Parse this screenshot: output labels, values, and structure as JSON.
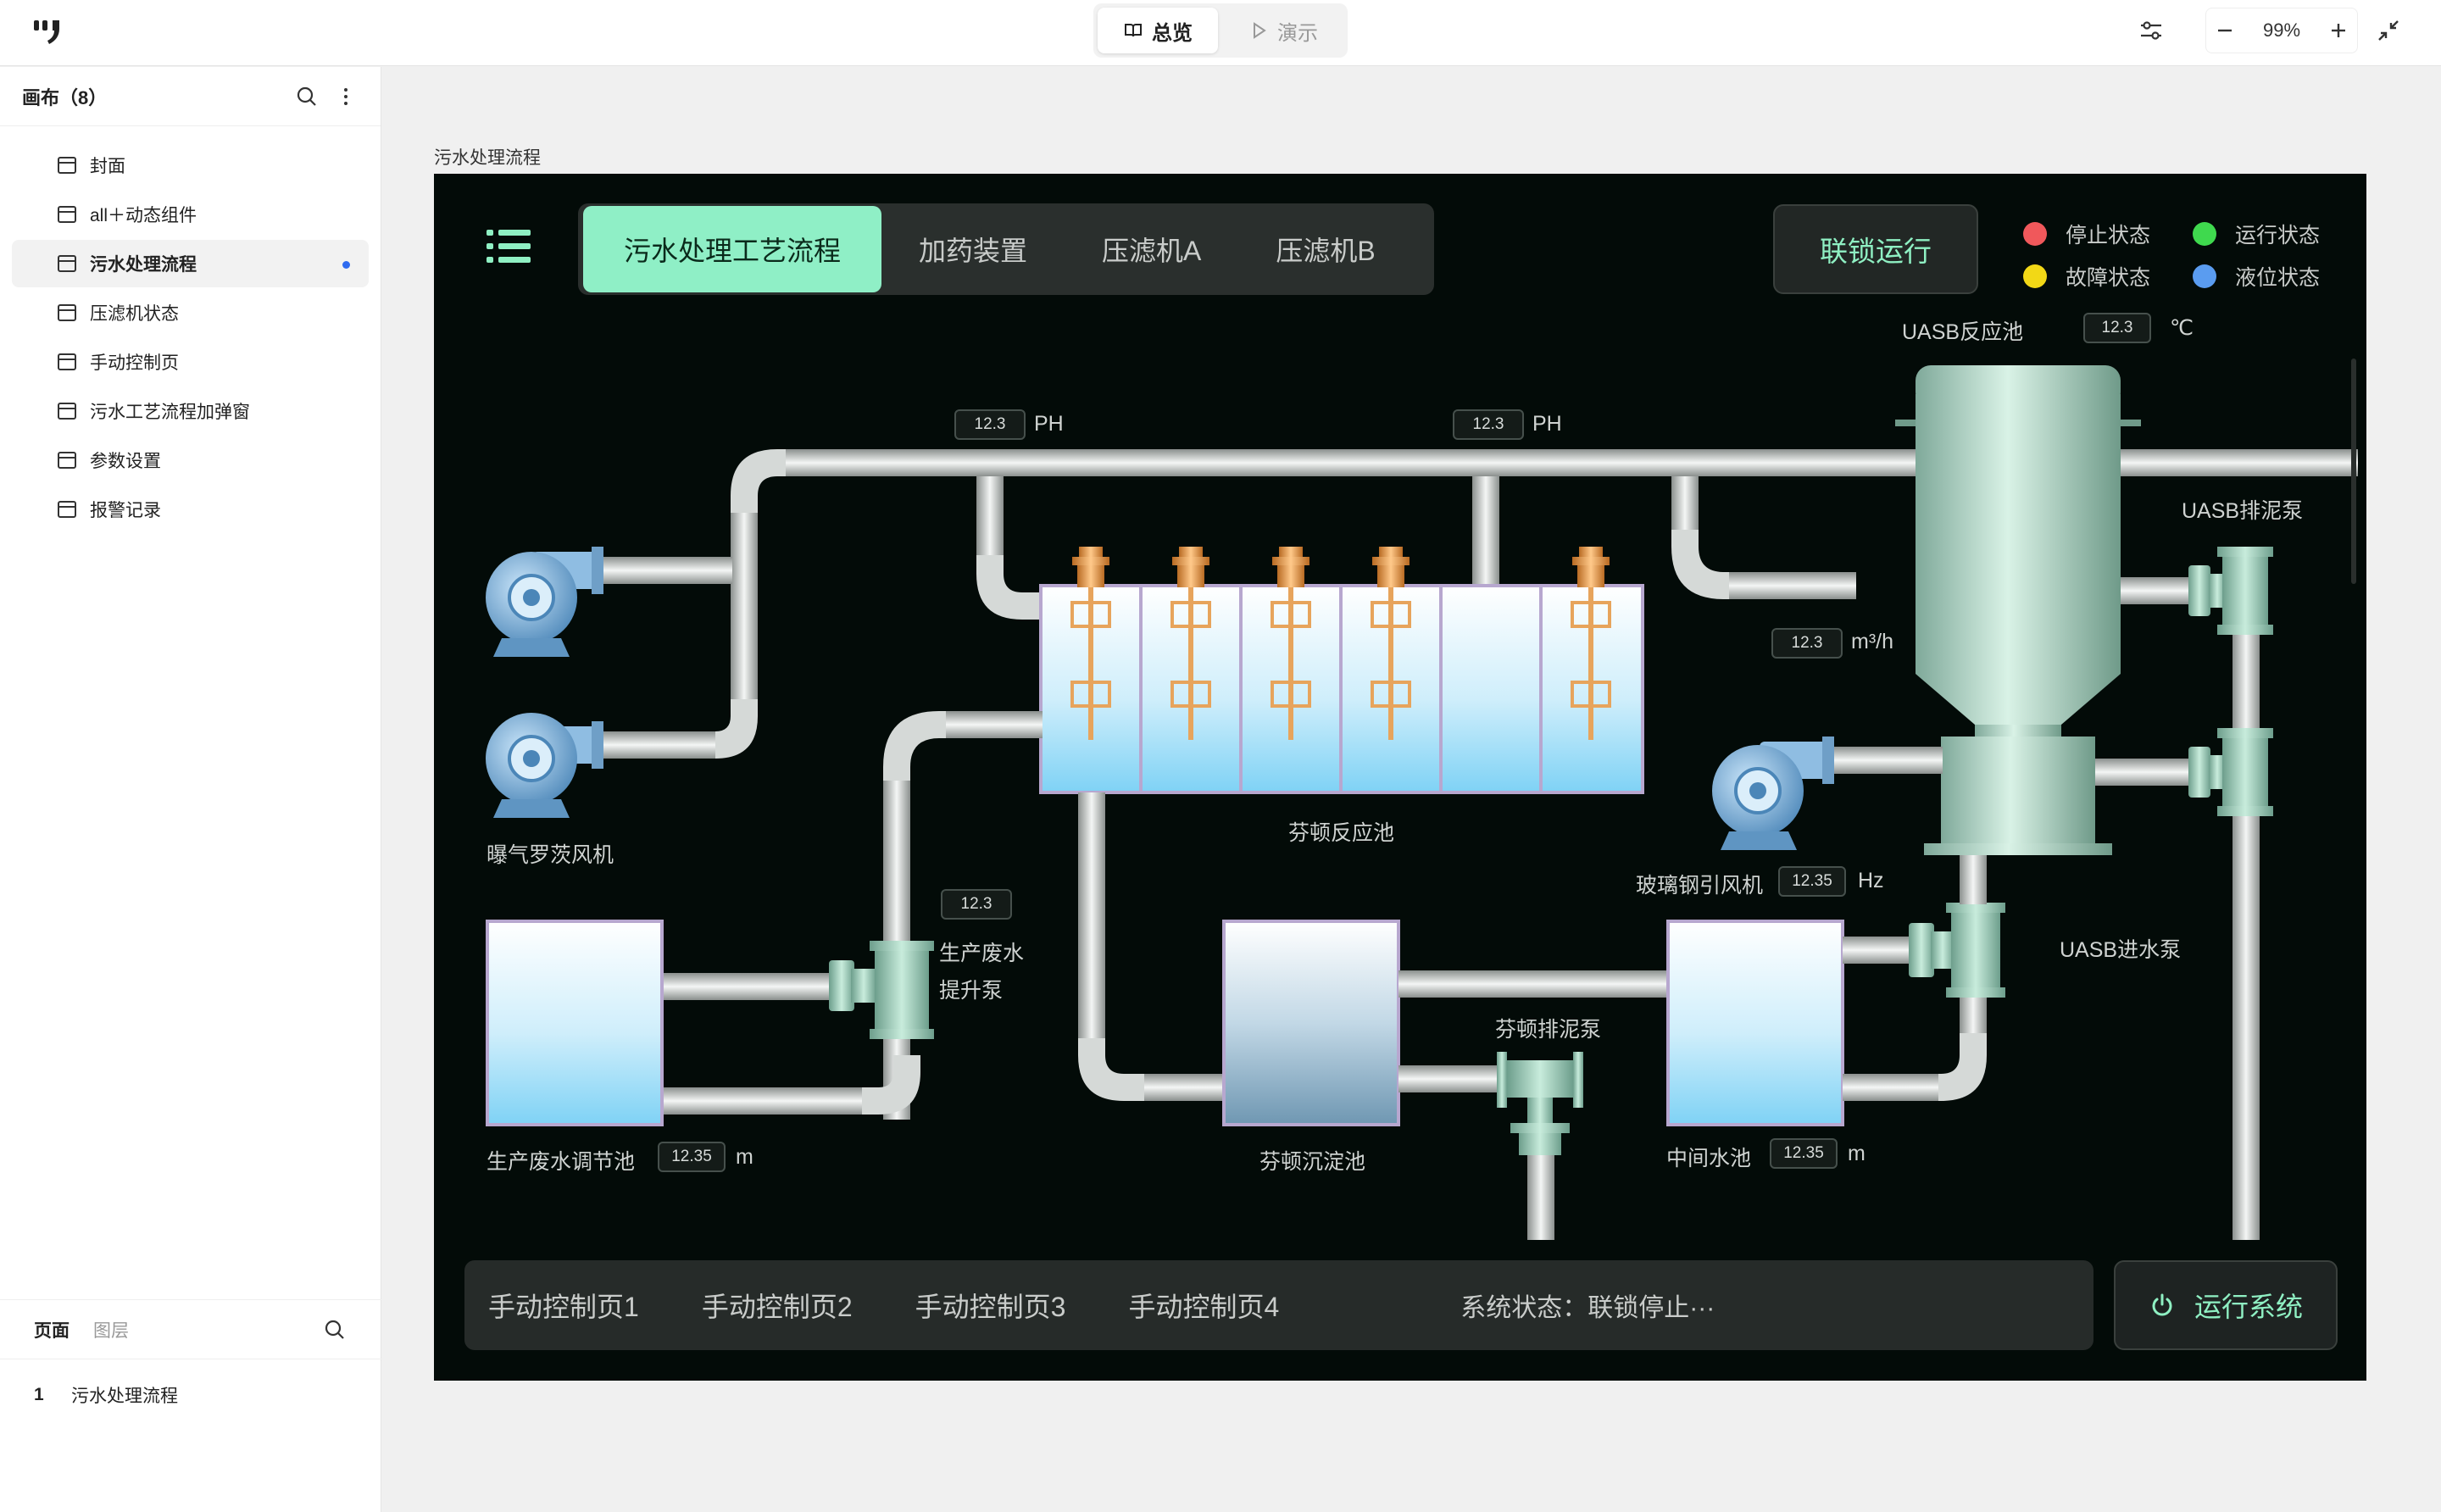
{
  "topbar": {
    "modes": [
      {
        "label": "总览",
        "icon": "book-icon",
        "active": true
      },
      {
        "label": "演示",
        "icon": "play-icon",
        "active": false
      }
    ],
    "zoom": "99%"
  },
  "sidebar": {
    "title": "画布（8）",
    "pages": [
      {
        "label": "封面"
      },
      {
        "label": "all＋动态组件"
      },
      {
        "label": "污水处理流程",
        "active": true
      },
      {
        "label": "压滤机状态"
      },
      {
        "label": "手动控制页"
      },
      {
        "label": "污水工艺流程加弹窗"
      },
      {
        "label": "参数设置"
      },
      {
        "label": "报警记录"
      }
    ],
    "bottom_tabs": [
      "页面",
      "图层"
    ],
    "layer_index": "1",
    "layer_name": "污水处理流程"
  },
  "canvas": {
    "frame_label": "污水处理流程",
    "tabs": [
      "污水处理工艺流程",
      "加药装置",
      "压滤机A",
      "压滤机B"
    ],
    "interlock_label": "联锁运行",
    "legend": [
      {
        "label": "停止状态",
        "color": "#f0585b"
      },
      {
        "label": "运行状态",
        "color": "#3fd94e"
      },
      {
        "label": "故障状态",
        "color": "#f2d816"
      },
      {
        "label": "液位状态",
        "color": "#5a9cf0"
      }
    ],
    "labels": {
      "uasb_reactor": "UASB反应池",
      "uasb_reactor_unit": "℃",
      "ph1_unit": "PH",
      "ph2_unit": "PH",
      "flow_unit": "m³/h",
      "uasb_sludge_pump": "UASB排泥泵",
      "aeration_blower": "曝气罗茨风机",
      "fenton_reactor": "芬顿反应池",
      "frp_fan": "玻璃钢引风机",
      "frp_fan_unit": "Hz",
      "uasb_feed_pump": "UASB进水泵",
      "waste_lift_pump_1": "生产废水",
      "waste_lift_pump_2": "提升泵",
      "fenton_sludge_pump": "芬顿排泥泵",
      "adjust_tank": "生产废水调节池",
      "adjust_tank_unit": "m",
      "fenton_settle": "芬顿沉淀池",
      "mid_tank": "中间水池",
      "mid_tank_unit": "m"
    },
    "values": {
      "uasb_temp": "12.3",
      "ph1": "12.3",
      "ph2": "12.3",
      "flow": "12.3",
      "fan_freq": "12.35",
      "lift_pump": "12.3",
      "adjust_level": "12.35",
      "mid_level": "12.35"
    },
    "bottom_items": [
      "手动控制页1",
      "手动控制页2",
      "手动控制页3",
      "手动控制页4"
    ],
    "system_status": "系统状态：联锁停止···",
    "run_label": "运行系统"
  }
}
